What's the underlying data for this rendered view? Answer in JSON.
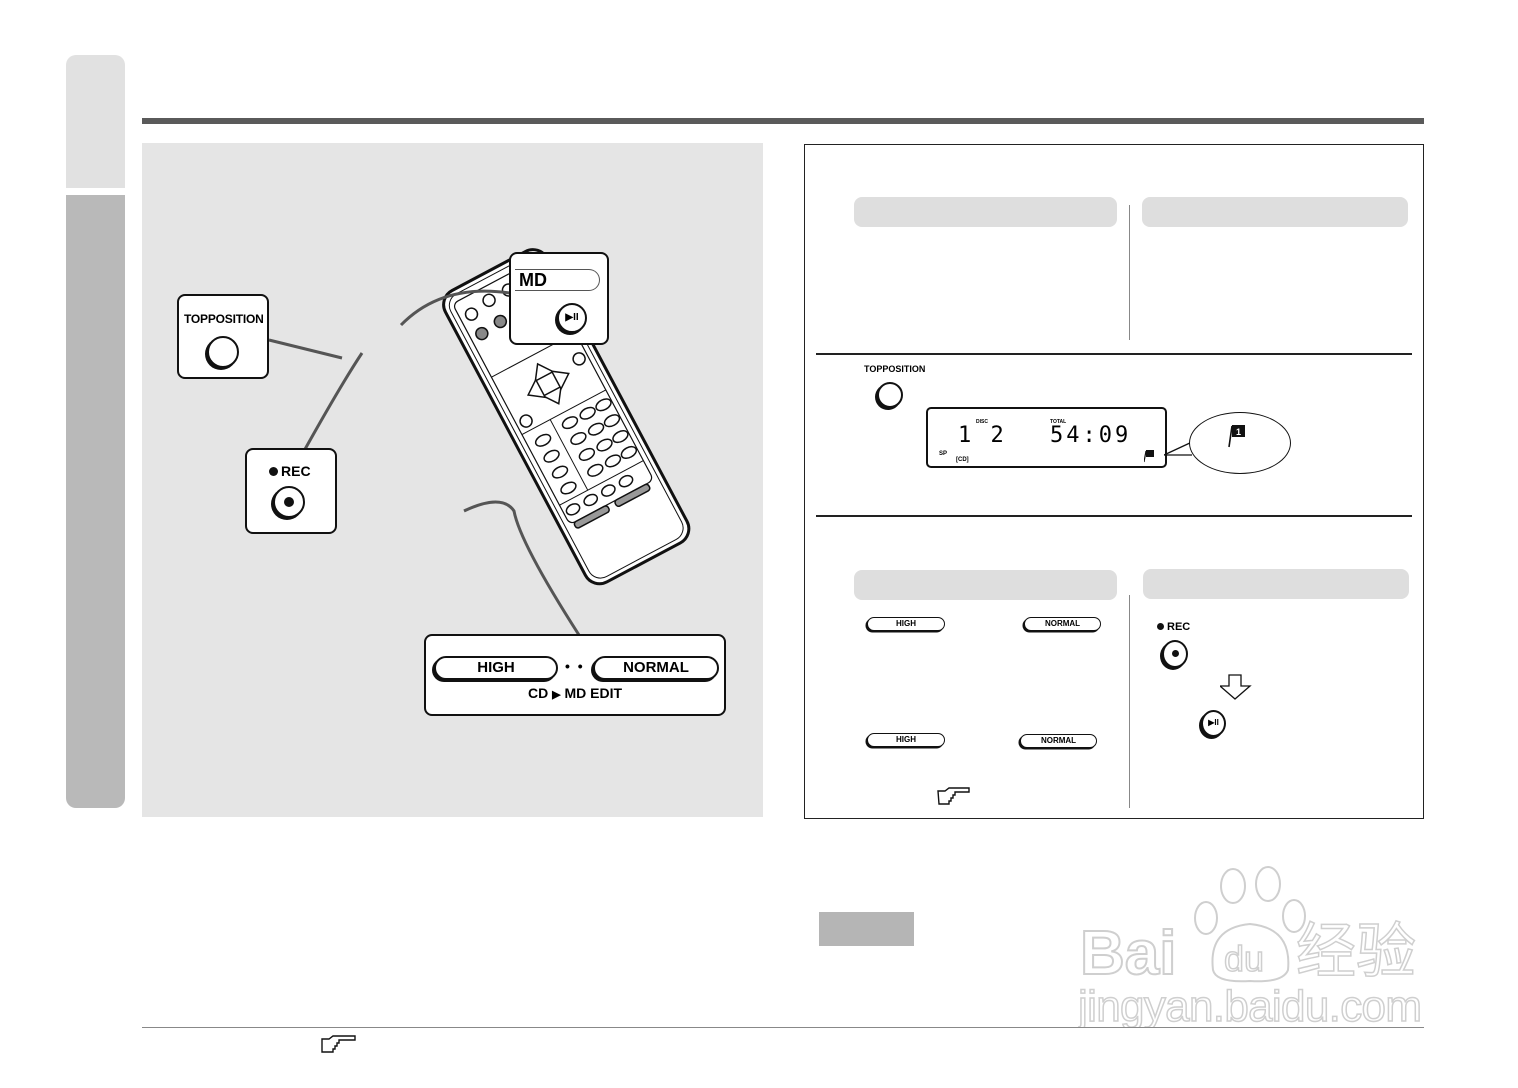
{
  "page": {
    "side_tabs": [
      {
        "label": "",
        "color": "#e1e1e1"
      },
      {
        "label": "",
        "color": "#b9b9b9"
      }
    ],
    "header_rule_color": "#5a5a5a"
  },
  "illustration": {
    "background": "#e5e5e5",
    "callouts": {
      "topposition": {
        "label": "TOPPOSITION",
        "icon": "round-button-icon"
      },
      "md": {
        "label": "MD",
        "icon": "play-pause-icon",
        "glyph": "▶II"
      },
      "rec": {
        "label": "REC",
        "icon": "record-button-icon"
      },
      "edit": {
        "high_label": "HIGH",
        "separator": "• •",
        "normal_label": "NORMAL",
        "caption_prefix": "CD",
        "caption_arrow": "▶",
        "caption_suffix": "MD EDIT"
      }
    }
  },
  "instructions": {
    "section1": {
      "left_header": "",
      "right_header": ""
    },
    "section2": {
      "button_label": "TOPPOSITION",
      "lcd": {
        "disc_label": "DISC",
        "disc_value": "1 2",
        "total_label": "TOTAL",
        "total_value": "54:09",
        "mode": "SP",
        "source": "[CD]",
        "flag_number": "1"
      },
      "zoom_flag_number": "1"
    },
    "section3": {
      "left_header": "",
      "right_header": "",
      "row1": {
        "high_label": "HIGH",
        "normal_label": "NORMAL"
      },
      "row2": {
        "high_label": "HIGH",
        "normal_label": "NORMAL"
      },
      "reference_icon": "pointing-hand-icon",
      "rec_label": "REC",
      "down_arrow_icon": "down-arrow-icon",
      "play_pause_glyph": "▶II"
    }
  },
  "note_box": {
    "label": "",
    "color": "#b5b5b5"
  },
  "footer": {
    "reference_icon": "pointing-hand-icon"
  },
  "watermark": {
    "brand": "Bai du",
    "chinese": "经验",
    "url": "jingyan.baidu.com"
  }
}
